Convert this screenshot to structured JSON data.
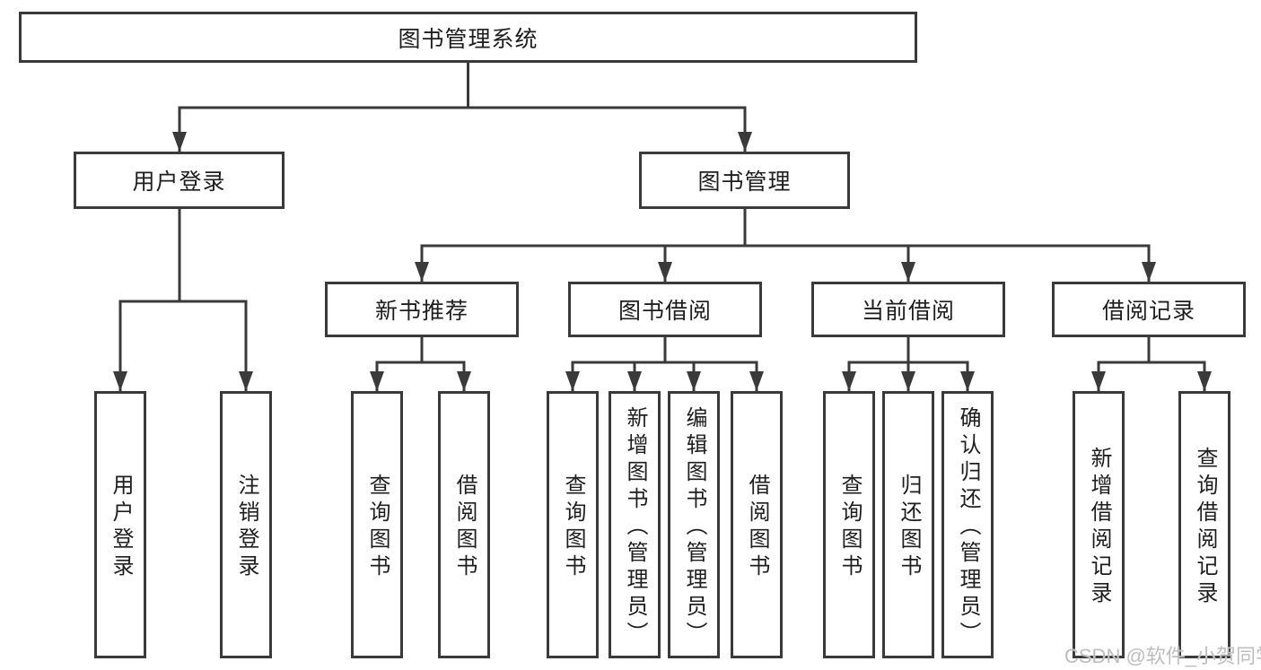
{
  "tree": {
    "label": "图书管理系统",
    "children": [
      {
        "label": "用户登录",
        "children": [
          {
            "label": "用户登录"
          },
          {
            "label": "注销登录"
          }
        ]
      },
      {
        "label": "图书管理",
        "children": [
          {
            "label": "新书推荐",
            "children": [
              {
                "label": "查询图书"
              },
              {
                "label": "借阅图书"
              }
            ]
          },
          {
            "label": "图书借阅",
            "children": [
              {
                "label": "查询图书"
              },
              {
                "label": "新增图书（管理员）"
              },
              {
                "label": "编辑图书（管理员）"
              },
              {
                "label": "借阅图书"
              }
            ]
          },
          {
            "label": "当前借阅",
            "children": [
              {
                "label": "查询图书"
              },
              {
                "label": "归还图书"
              },
              {
                "label": "确认归还（管理员）"
              }
            ]
          },
          {
            "label": "借阅记录",
            "children": [
              {
                "label": "新增借阅记录"
              },
              {
                "label": "查询借阅记录"
              }
            ]
          }
        ]
      }
    ]
  },
  "watermark": {
    "text": "CSDN @软件_小贺同学"
  },
  "colors": {
    "line": "#3a3a3a",
    "box_border": "#3a3a3a",
    "text": "#1e1e1e",
    "background": "#ffffff",
    "watermark": "#bdbdbd"
  }
}
